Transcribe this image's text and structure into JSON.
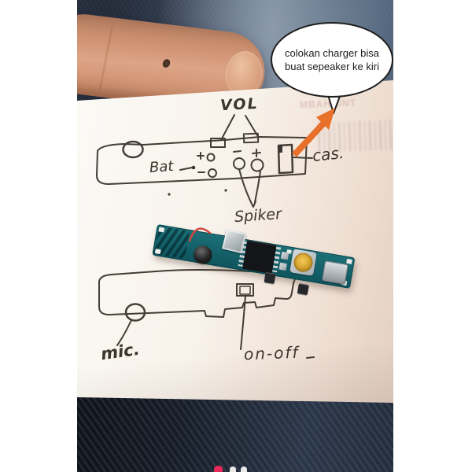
{
  "speech_bubble": {
    "line1": "colokan charger bisa",
    "line2": "buat sepeaker ke kiri"
  },
  "top_sketch": {
    "vol": "VOL",
    "bat": "Bat",
    "bat_plus": "+",
    "bat_minus": "−",
    "spk_minus": "−",
    "spk_plus": "+",
    "cas": "cas.",
    "spiker": "Spiker"
  },
  "bottom_sketch": {
    "mic": "mic.",
    "on_off": "on-off"
  },
  "paper_watermark": {
    "faint_text": "MBAH UNT"
  },
  "colors": {
    "arrow_orange": "#e8702a",
    "pcb_teal": "#17656e",
    "pcb_gold": "#d8a531",
    "wire_red": "#d4453f",
    "denim_dark": "#2c3748",
    "denim_light": "#55687e",
    "skin": "#d9a181",
    "paper_warm": "#e4cfc3"
  }
}
